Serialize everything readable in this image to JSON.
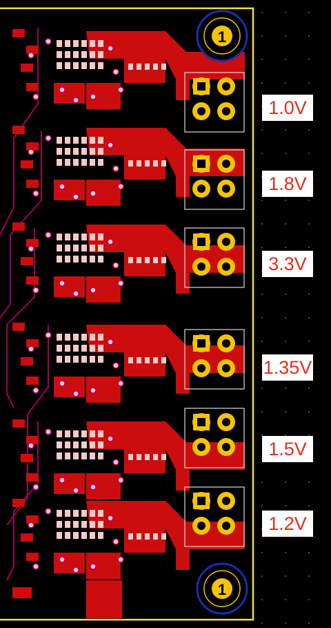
{
  "colors": {
    "background": "#000000",
    "copper": "#cc0d0d",
    "silkscreen_outline": "#f2e23a",
    "gold": "#f5c400",
    "mount_ring": "#1a2ea8",
    "label_text": "#e0301e",
    "label_bg": "#ffffff",
    "pad_light": "#f3c9c9",
    "via_purple": "#b0006a"
  },
  "mounting_holes": [
    {
      "label": "1"
    },
    {
      "label": "1"
    }
  ],
  "rails": [
    {
      "voltage": "1.0V"
    },
    {
      "voltage": "1.8V"
    },
    {
      "voltage": "3.3V"
    },
    {
      "voltage": "1.35V"
    },
    {
      "voltage": "1.5V"
    },
    {
      "voltage": "1.2V"
    }
  ]
}
